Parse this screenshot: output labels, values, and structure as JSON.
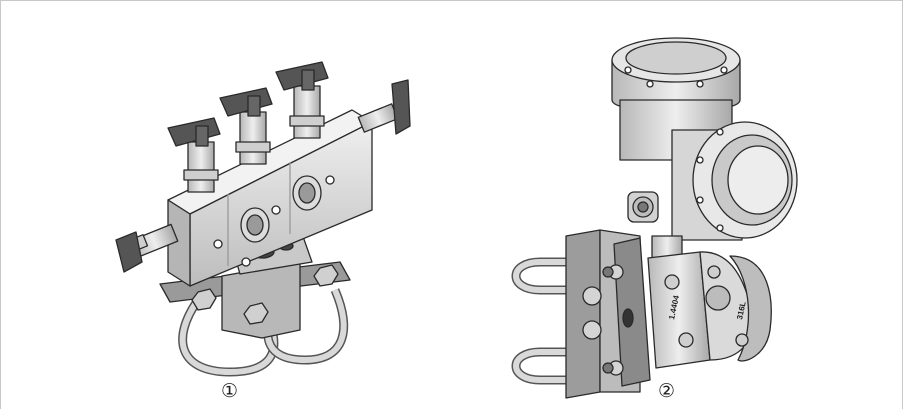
{
  "figure": {
    "callout_1": "①",
    "callout_2": "②",
    "part_marking_1": "1.4404",
    "part_marking_2": "316L",
    "left_illustration": "manifold-valve-block-on-pipe-bracket",
    "right_illustration": "pressure-transmitter-on-pipe-bracket"
  },
  "colors": {
    "metal_light": "#e0e0e0",
    "metal_mid": "#c4c4c4",
    "metal_dark": "#8e8e8e",
    "handle": "#555555",
    "outline": "#2a2a2a",
    "frame": "#c8c8c8"
  }
}
